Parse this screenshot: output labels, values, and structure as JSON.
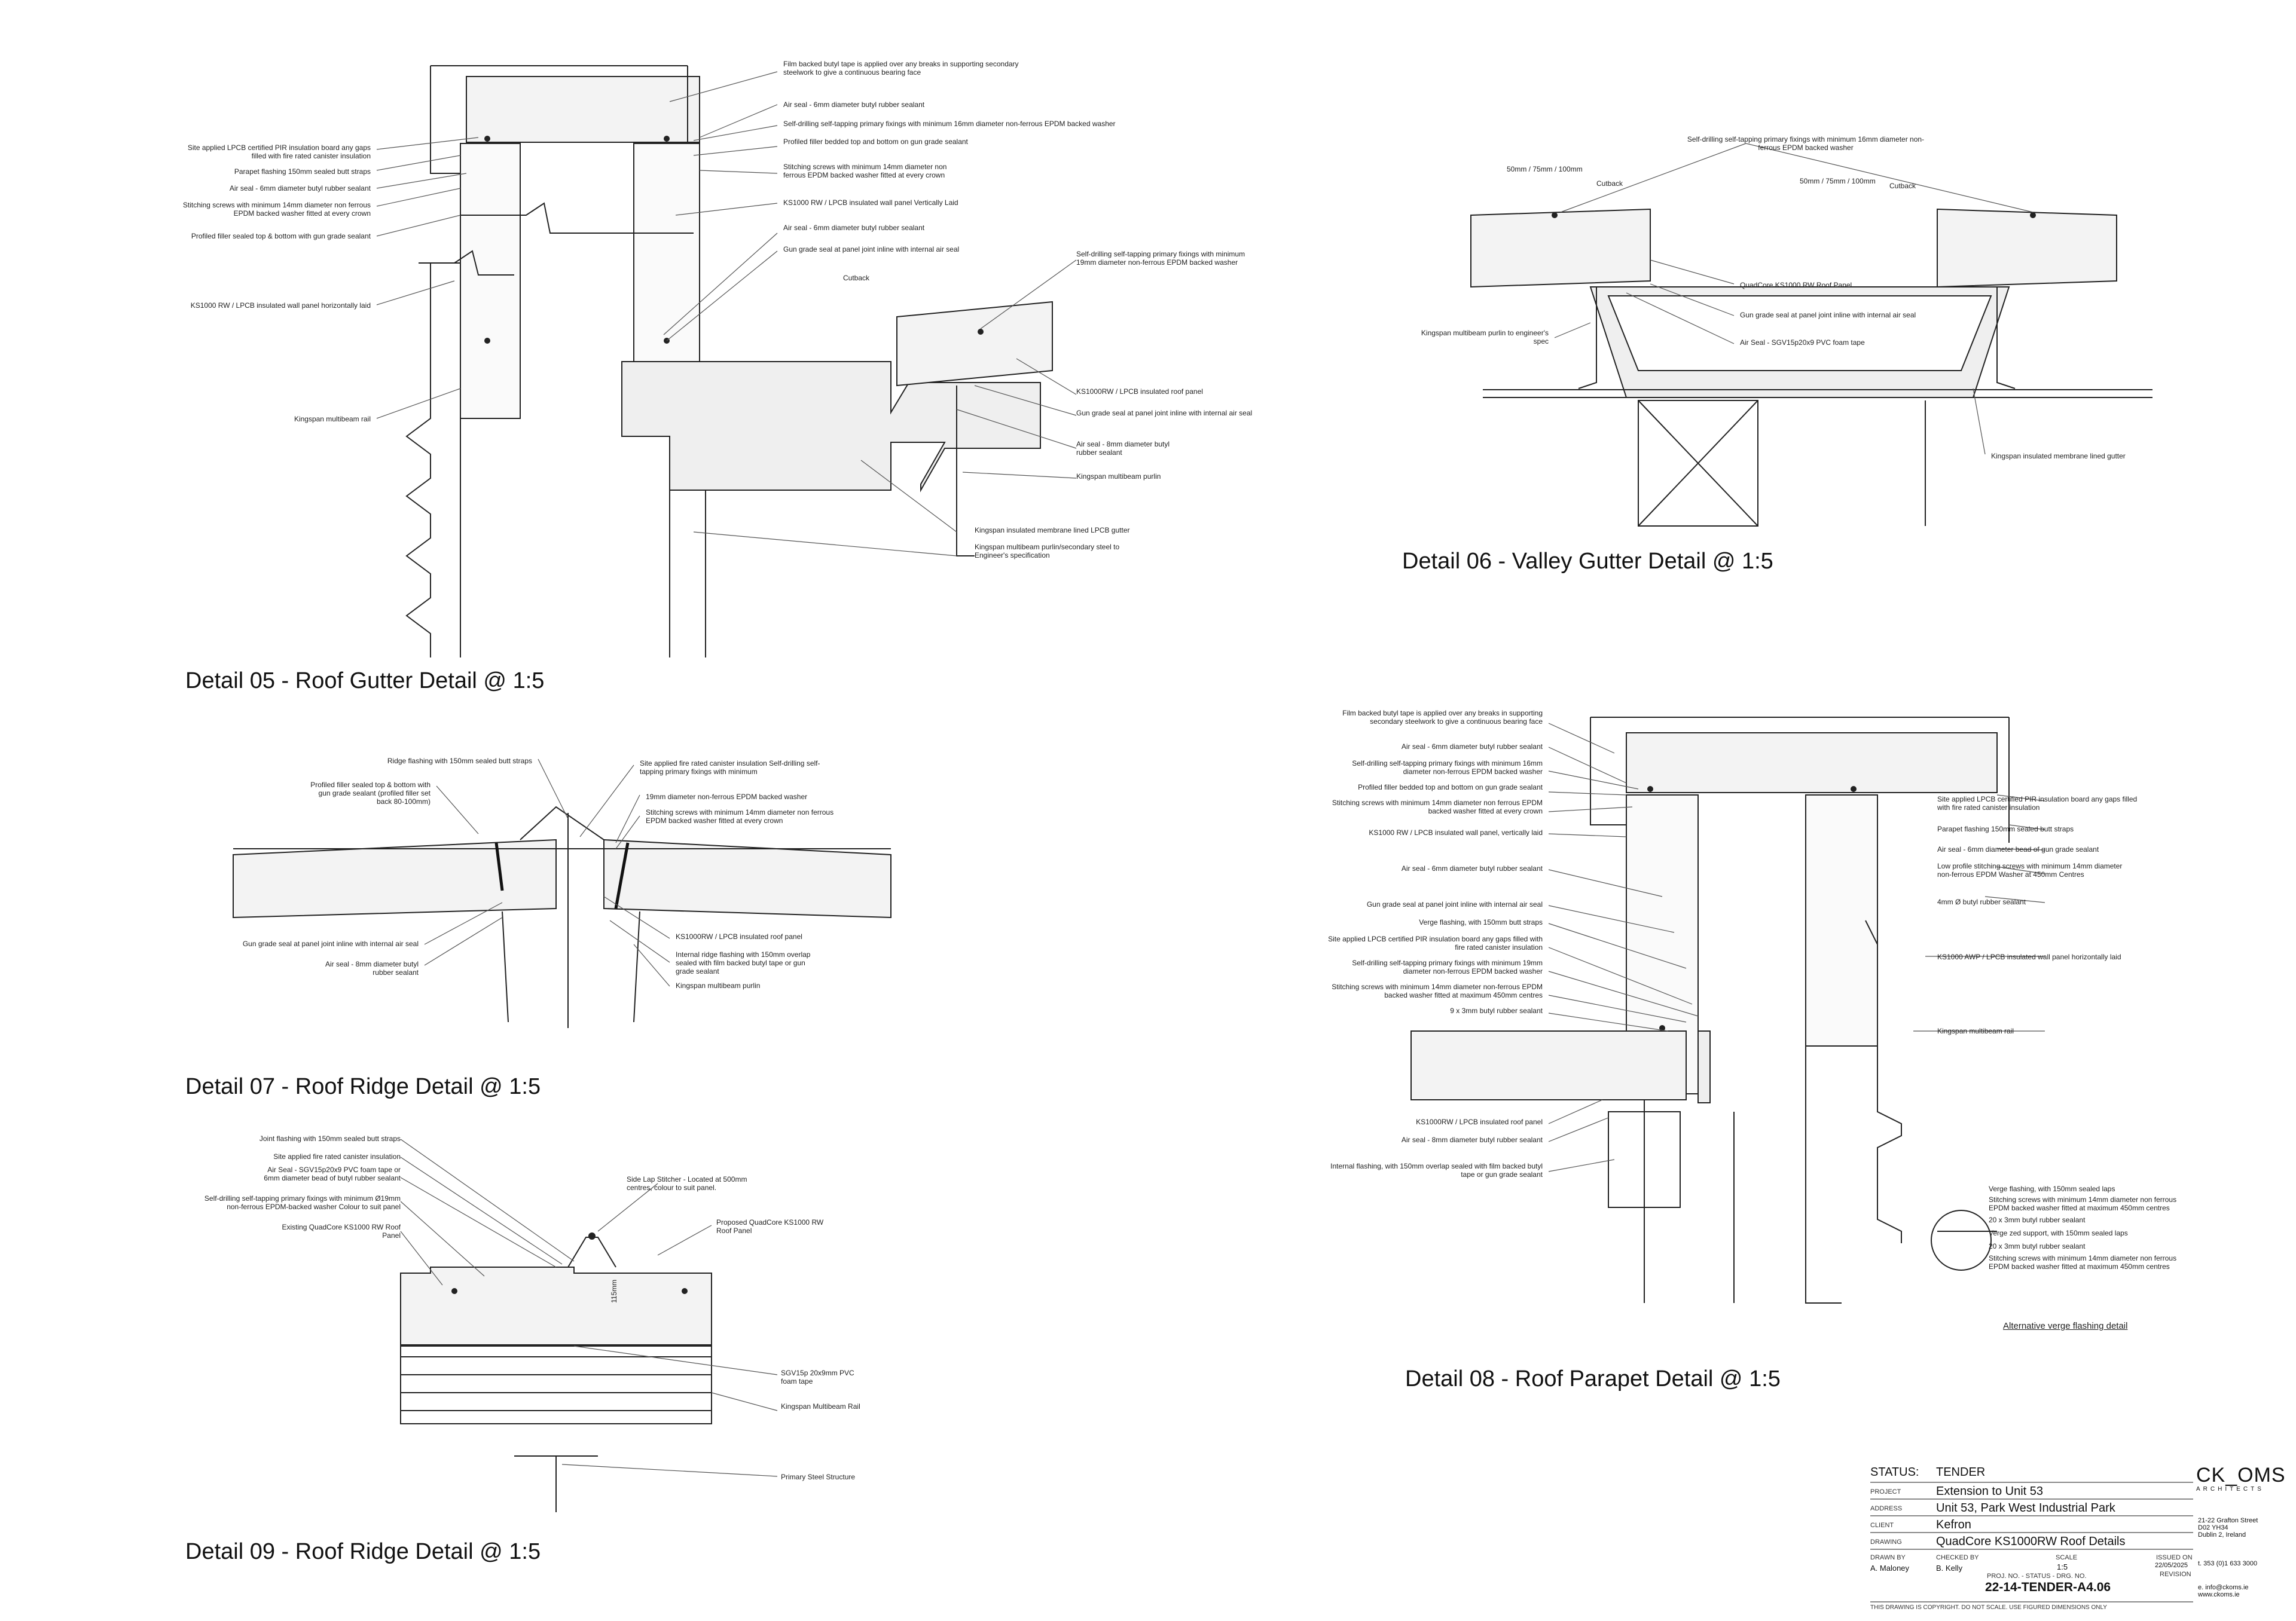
{
  "details": {
    "d05": {
      "title": "Detail 05 - Roof Gutter Detail @ 1:5",
      "callouts_left": [
        "Site applied LPCB certified PIR insulation board any gaps filled with fire rated canister insulation",
        "Parapet flashing 150mm sealed butt straps",
        "Air seal - 6mm diameter butyl rubber sealant",
        "Stitching screws with minimum 14mm diameter non ferrous EPDM backed washer fitted at every crown",
        "Profiled filler sealed top & bottom with gun grade sealant",
        "KS1000 RW / LPCB insulated wall panel horizontally laid",
        "Kingspan multibeam rail"
      ],
      "callouts_right": [
        "Film backed butyl tape is applied over any breaks in supporting secondary steelwork to give a continuous bearing face",
        "Air seal - 6mm diameter butyl rubber sealant",
        "Self-drilling self-tapping primary fixings with minimum 16mm diameter non-ferrous EPDM backed washer",
        "Profiled filler bedded top and bottom on gun grade sealant",
        "Stitching screws with minimum 14mm diameter non ferrous EPDM backed washer fitted at every crown",
        "KS1000 RW / LPCB insulated wall panel Vertically Laid",
        "Air seal - 6mm diameter butyl rubber sealant",
        "Gun grade seal at panel joint inline with internal air seal",
        "Self-drilling self-tapping primary fixings with minimum 19mm diameter non-ferrous EPDM backed washer",
        "KS1000RW / LPCB insulated roof panel",
        "Gun grade seal at panel joint inline with internal air seal",
        "Air seal - 8mm diameter butyl rubber sealant",
        "Kingspan multibeam purlin",
        "Kingspan insulated membrane lined LPCB gutter",
        "Kingspan multibeam purlin/secondary steel to Engineer's specification"
      ],
      "cutback": "Cutback"
    },
    "d06": {
      "title": "Detail 06 - Valley Gutter Detail @ 1:5",
      "callouts": [
        "Self-drilling self-tapping primary fixings with minimum 16mm diameter non-ferrous EPDM backed washer",
        "QuadCore KS1000 RW Roof Panel",
        "Gun grade seal at panel joint inline with internal air seal",
        "Air Seal - SGV15p20x9 PVC foam tape",
        "Kingspan multibeam purlin to engineer's spec",
        "Kingspan insulated membrane lined gutter"
      ],
      "dims": [
        "50mm / 75mm / 100mm",
        "50mm / 75mm / 100mm"
      ],
      "cutback": "Cutback"
    },
    "d07": {
      "title": "Detail 07 - Roof Ridge Detail @ 1:5",
      "callouts": [
        "Ridge flashing with 150mm sealed butt straps",
        "Profiled filler sealed top & bottom with gun grade sealant (profiled filler set back 80-100mm)",
        "Site applied fire rated canister insulation Self-drilling self-tapping primary fixings with minimum",
        "19mm diameter non-ferrous EPDM backed washer",
        "Stitching screws with minimum 14mm diameter non ferrous EPDM backed washer fitted at every crown",
        "Gun grade seal at panel joint inline with internal air seal",
        "Air seal - 8mm diameter butyl rubber sealant",
        "KS1000RW / LPCB insulated roof panel",
        "Internal ridge flashing with 150mm overlap sealed with film backed butyl tape or gun grade sealant",
        "Kingspan multibeam purlin"
      ]
    },
    "d08": {
      "title": "Detail 08 - Roof Parapet Detail @ 1:5",
      "callouts_left": [
        "Film backed butyl tape is applied over any breaks in supporting secondary steelwork to give a continuous bearing face",
        "Air seal - 6mm diameter butyl rubber sealant",
        "Self-drilling self-tapping primary fixings with minimum 16mm diameter non-ferrous EPDM backed washer",
        "Profiled filler bedded top and bottom on gun grade sealant",
        "Stitching screws with minimum 14mm diameter non ferrous EPDM backed washer fitted at every crown",
        "KS1000 RW / LPCB insulated wall panel, vertically laid",
        "Air seal - 6mm diameter butyl rubber sealant",
        "Gun grade seal at panel joint inline with internal air seal",
        "Verge flashing, with 150mm butt straps",
        "Site applied LPCB certified PIR insulation board any gaps filled with fire rated canister insulation",
        "Self-drilling self-tapping primary fixings with minimum 19mm diameter non-ferrous EPDM backed washer",
        "Stitching screws with minimum 14mm diameter non-ferrous EPDM backed washer fitted at maximum 450mm centres",
        "9 x 3mm butyl rubber sealant",
        "KS1000RW / LPCB insulated roof panel",
        "Air seal - 8mm diameter butyl rubber sealant",
        "Internal flashing, with 150mm overlap sealed with film backed butyl tape or gun grade sealant"
      ],
      "callouts_right": [
        "Site applied LPCB certified PIR insulation board any gaps filled with fire rated canister insulation",
        "Parapet flashing 150mm sealed butt straps",
        "Air seal - 6mm diameter bead of gun grade sealant",
        "Low profile stitching screws with minimum 14mm diameter non-ferrous EPDM Washer at 450mm Centres",
        "4mm Ø butyl rubber sealant",
        "KS1000 AWP / LPCB insulated wall panel horizontally laid",
        "Kingspan multibeam rail"
      ],
      "alt_callouts": [
        "Verge flashing, with 150mm sealed laps",
        "Stitching screws with minimum 14mm diameter non ferrous EPDM backed washer fitted at maximum 450mm centres",
        "20 x 3mm butyl rubber sealant",
        "Verge zed support, with 150mm sealed laps",
        "20 x 3mm butyl rubber sealant",
        "Stitching screws with minimum 14mm diameter non ferrous EPDM backed washer fitted at maximum 450mm centres"
      ],
      "alt_title": "Alternative verge flashing  detail"
    },
    "d09": {
      "title": "Detail 09 - Roof Ridge Detail @ 1:5",
      "callouts_left": [
        "Joint flashing with 150mm sealed butt straps",
        "Site applied fire rated canister insulation",
        "Air Seal - SGV15p20x9 PVC foam tape or 6mm diameter bead of butyl rubber sealant",
        "Self-drilling self-tapping primary fixings with minimum Ø19mm non-ferrous EPDM-backed washer Colour to suit panel",
        "Existing QuadCore KS1000 RW Roof Panel"
      ],
      "callouts_right": [
        "Side Lap Stitcher - Located at 500mm centres, colour to suit panel.",
        "Proposed QuadCore KS1000 RW Roof Panel",
        "SGV15p 20x9mm PVC foam tape",
        "Kingspan Multibeam Rail",
        "Primary Steel Structure"
      ],
      "dim": "115mm"
    }
  },
  "title_block": {
    "status_label": "STATUS:",
    "status_value": "TENDER",
    "project_label": "PROJECT",
    "project": "Extension to Unit 53",
    "address_label": "ADDRESS",
    "address": "Unit 53, Park West Industrial Park",
    "client_label": "CLIENT",
    "client": "Kefron",
    "drawing_label": "DRAWING",
    "drawing": "QuadCore KS1000RW Roof Details",
    "drawn_by_label": "DRAWN BY",
    "drawn_by": "A. Maloney",
    "checked_by_label": "CHECKED BY",
    "checked_by": "B. Kelly",
    "scale_label": "SCALE",
    "scale": "1:5",
    "issued_on_label": "ISSUED ON",
    "issued_on": "22/05/2025",
    "revision_label": "REVISION",
    "proj_no_label": "PROJ. NO. - STATUS - DRG. NO.",
    "drawing_number": "22-14-TENDER-A4.06",
    "copyright": "THIS DRAWING IS COPYRIGHT. DO NOT SCALE. USE FIGURED DIMENSIONS ONLY",
    "firm_name": "CK_OMS",
    "firm_sub": "ARCHITECTS",
    "firm_address": [
      "21-22  Grafton Street",
      "D02 YH34",
      "Dublin 2, Ireland"
    ],
    "firm_phone": "t. 353 (0)1 633 3000",
    "firm_email": "e. info@ckoms.ie",
    "firm_web": "www.ckoms.ie"
  }
}
